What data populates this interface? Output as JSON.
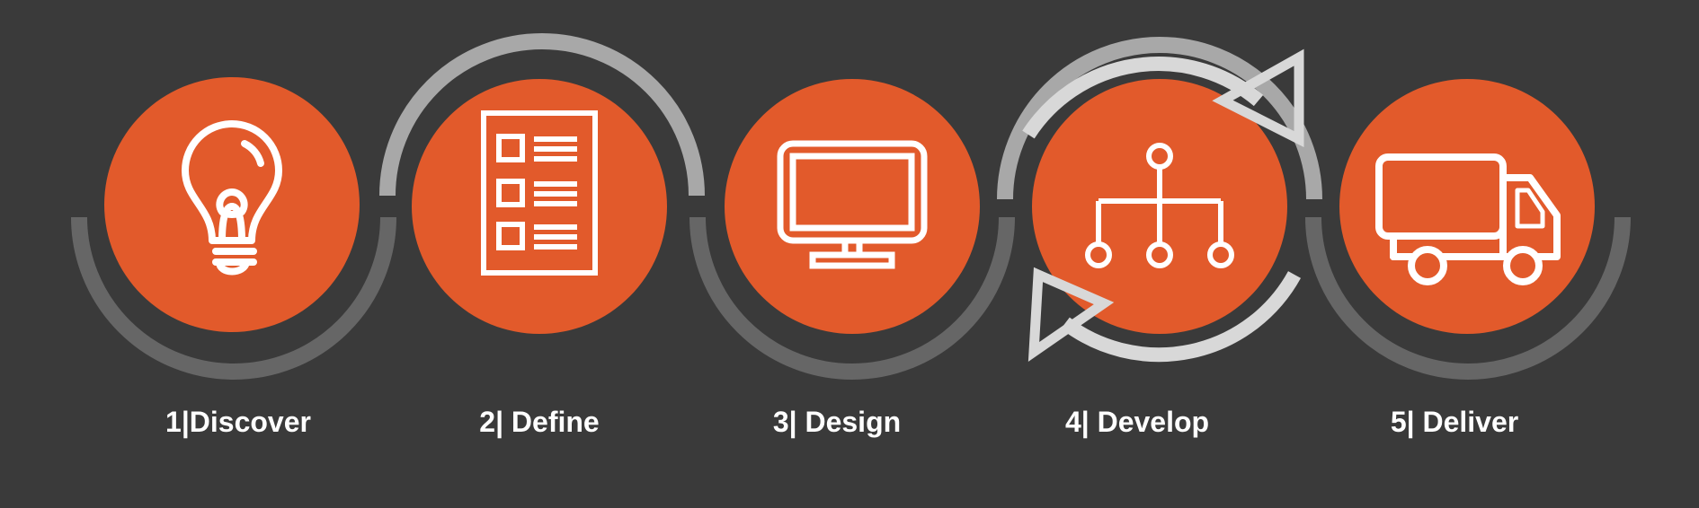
{
  "colors": {
    "background": "#3a3a3a",
    "circle_fill": "#e25a2b",
    "icon_stroke": "#ffffff",
    "arc_dark": "#666666",
    "arc_mid": "#a8a8a8",
    "arrow_light": "#d8d8d8"
  },
  "steps": [
    {
      "number": "1",
      "label": "1|Discover",
      "icon": "lightbulb-icon"
    },
    {
      "number": "2",
      "label": "2| Define",
      "icon": "checklist-document-icon"
    },
    {
      "number": "3",
      "label": "3| Design",
      "icon": "monitor-icon"
    },
    {
      "number": "4",
      "label": "4| Develop",
      "icon": "hierarchy-network-icon"
    },
    {
      "number": "5",
      "label": "5| Deliver",
      "icon": "delivery-truck-icon"
    }
  ]
}
